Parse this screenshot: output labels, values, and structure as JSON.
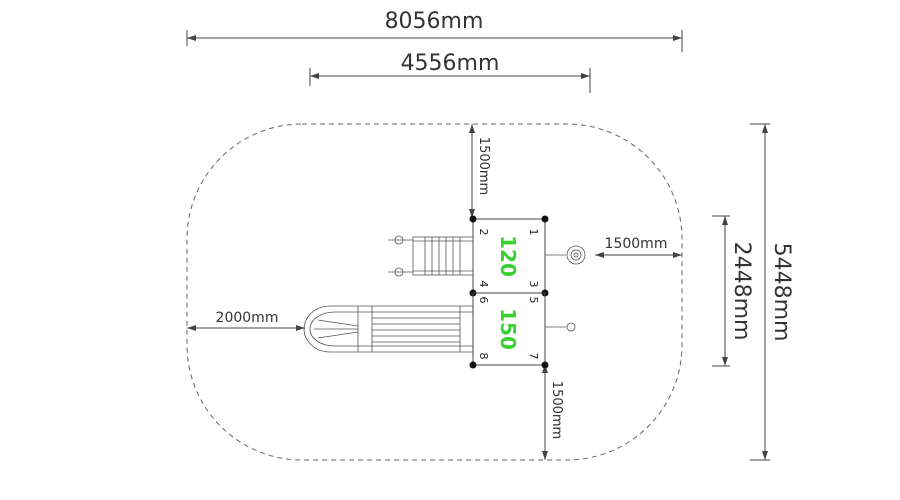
{
  "dimensions": {
    "overall_width": "8056mm",
    "structure_width": "4556mm",
    "top_clearance": "1500mm",
    "bottom_clearance": "1500mm",
    "right_clearance": "1500mm",
    "left_clearance": "2000mm",
    "structure_depth": "2448mm",
    "overall_depth": "5448mm"
  },
  "platforms": [
    {
      "height": "120",
      "posts": [
        "1",
        "2",
        "3",
        "4"
      ]
    },
    {
      "height": "150",
      "posts": [
        "5",
        "6",
        "7",
        "8"
      ]
    }
  ],
  "colors": {
    "line": "#444444",
    "accent_height": "#39d12f"
  }
}
